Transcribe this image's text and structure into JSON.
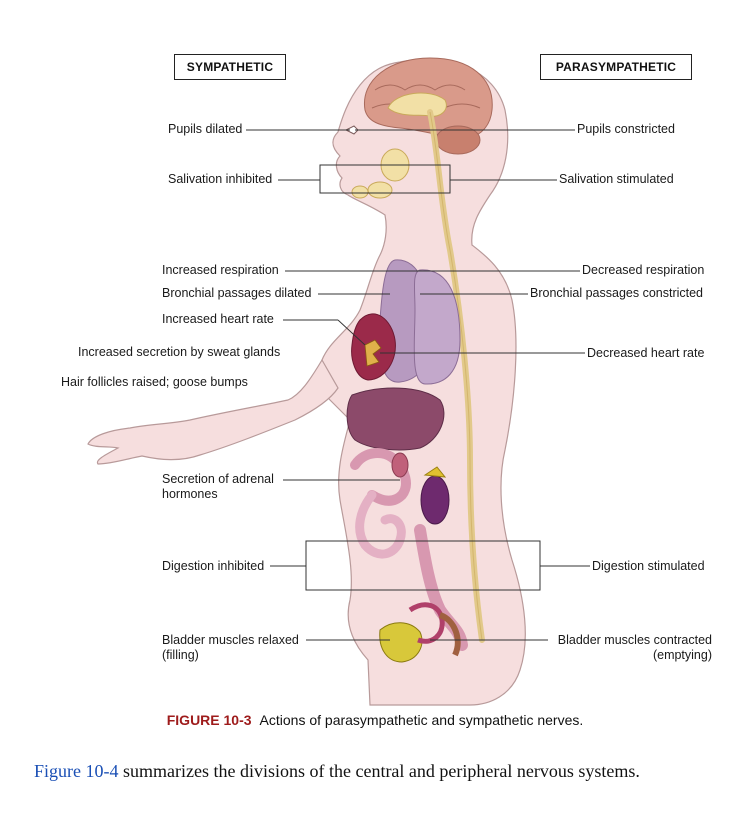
{
  "headers": {
    "sympathetic": "SYMPATHETIC",
    "parasympathetic": "PARASYMPATHETIC"
  },
  "sympathetic_labels": {
    "pupils": "Pupils dilated",
    "salivation": "Salivation inhibited",
    "respiration": "Increased respiration",
    "bronchial": "Bronchial passages dilated",
    "heart": "Increased heart rate",
    "sweat": "Increased secretion by sweat glands",
    "hair": "Hair follicles raised; goose bumps",
    "adrenal_1": "Secretion of adrenal",
    "adrenal_2": "hormones",
    "digestion": "Digestion inhibited",
    "bladder_1": "Bladder muscles relaxed",
    "bladder_2": "(filling)"
  },
  "parasympathetic_labels": {
    "pupils": "Pupils constricted",
    "salivation": "Salivation stimulated",
    "respiration": "Decreased respiration",
    "bronchial": "Bronchial passages constricted",
    "heart": "Decreased heart rate",
    "digestion": "Digestion stimulated",
    "bladder_1": "Bladder muscles contracted",
    "bladder_2": "(emptying)"
  },
  "caption": {
    "figure_number": "FIGURE 10-3",
    "text": "Actions of parasympathetic and sympathetic nerves."
  },
  "paragraph": {
    "link_text": "Figure 10-4",
    "text": " summarizes the divisions of the central and peripheral nervous systems."
  },
  "colors": {
    "skin": "#f6dede",
    "skin_outline": "#b89a9a",
    "brain": "#d99a8a",
    "nerve": "#e2c98a",
    "lung": "#b79ac0",
    "heart": "#9b2a4a",
    "caption_red": "#9e1b1b",
    "link_blue": "#1a4fb5"
  }
}
